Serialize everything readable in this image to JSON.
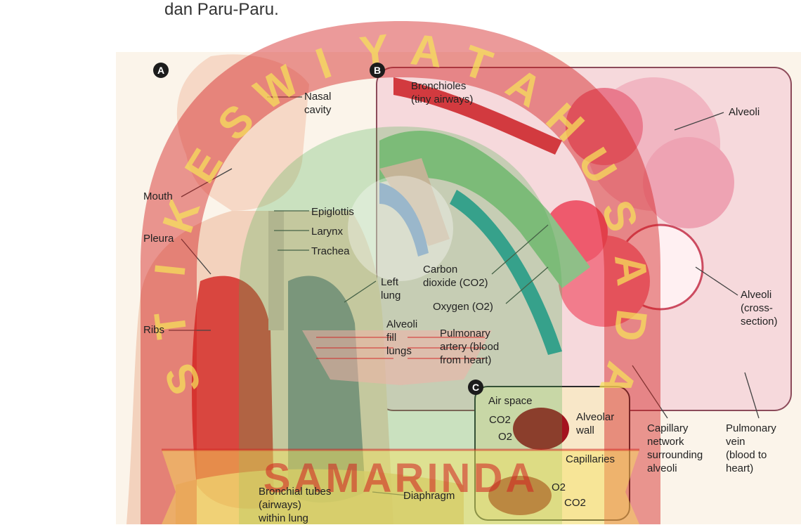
{
  "caption": "dan Paru-Paru.",
  "panels": {
    "a": "A",
    "b": "B",
    "c": "C"
  },
  "labels": {
    "nasal_cavity": "Nasal\ncavity",
    "mouth": "Mouth",
    "pleura": "Pleura",
    "ribs": "Ribs",
    "epiglottis": "Epiglottis",
    "larynx": "Larynx",
    "trachea": "Trachea",
    "left_lung": "Left\nlung",
    "alveoli_fill": "Alveoli\nfill\nlungs",
    "bronchial_tubes": "Bronchial tubes\n(airways)\nwithin lung",
    "diaphragm": "Diaphragm",
    "bronchioles": "Bronchioles\n(tiny airways)",
    "alveoli": "Alveoli",
    "co2": "Carbon\ndioxide (CO2)",
    "o2": "Oxygen (O2)",
    "pulmonary_artery": "Pulmonary\nartery (blood\nfrom heart)",
    "alveoli_cross": "Alveoli\n(cross-\nsection)",
    "capillary_network": "Capillary\nnetwork\nsurrounding\nalveoli",
    "pulmonary_vein": "Pulmonary\nvein\n(blood to\nheart)",
    "air_space": "Air space",
    "co2_c1": "CO2",
    "o2_c1": "O2",
    "alveolar_wall": "Alveolar\nwall",
    "capillaries": "Capillaries",
    "o2_c2": "O2",
    "co2_c2": "CO2"
  },
  "watermark": {
    "arc_letters": [
      "S",
      "T",
      "I",
      "K",
      "E",
      "S",
      "W",
      "I",
      "Y",
      "A",
      "T",
      "A",
      "H",
      "U",
      "S",
      "A",
      "D",
      "A"
    ],
    "banner": "SAMARINDA",
    "colors": {
      "red": "#d21f1f",
      "green": "#4caf50",
      "yellow": "#f7e35a"
    }
  }
}
